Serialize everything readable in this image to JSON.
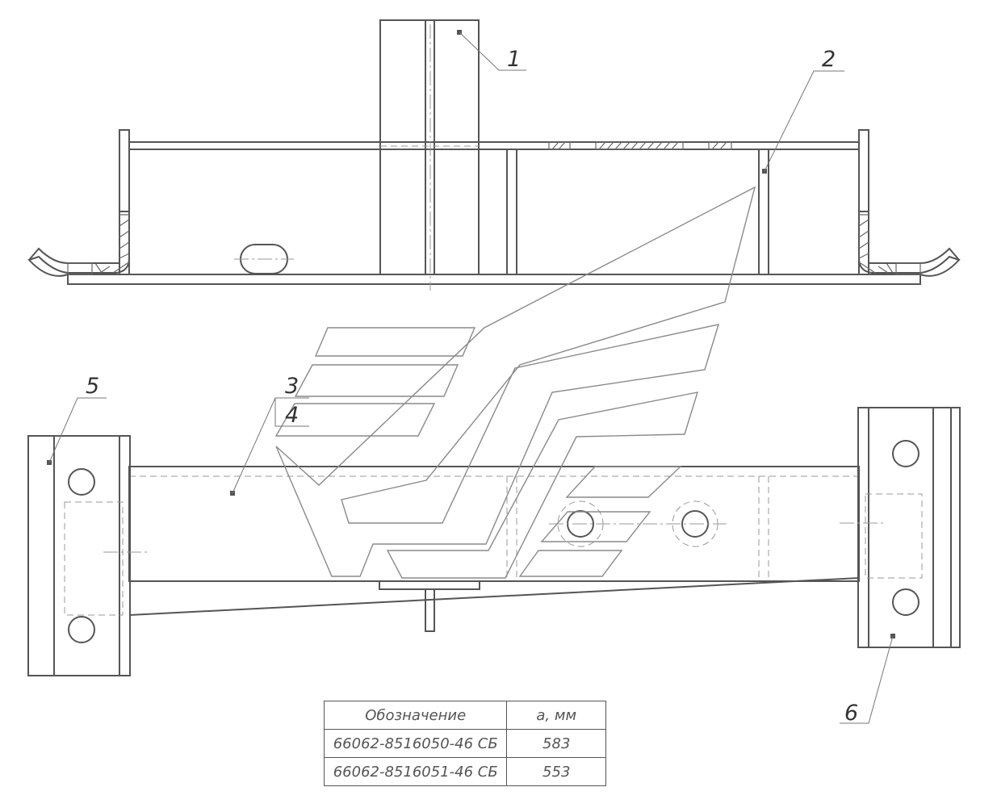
{
  "callouts": [
    "1",
    "2",
    "3",
    "4",
    "5",
    "6"
  ],
  "table": {
    "headers": [
      "Обозначение",
      "а, мм"
    ],
    "rows": [
      [
        "66062-8516050-46 СБ",
        "583"
      ],
      [
        "66062-8516051-46 СБ",
        "553"
      ]
    ]
  },
  "colors": {
    "line": "#555555",
    "watermark": "#8a8a8a",
    "background": "#ffffff"
  },
  "watermark": "stylized-wing-logo"
}
